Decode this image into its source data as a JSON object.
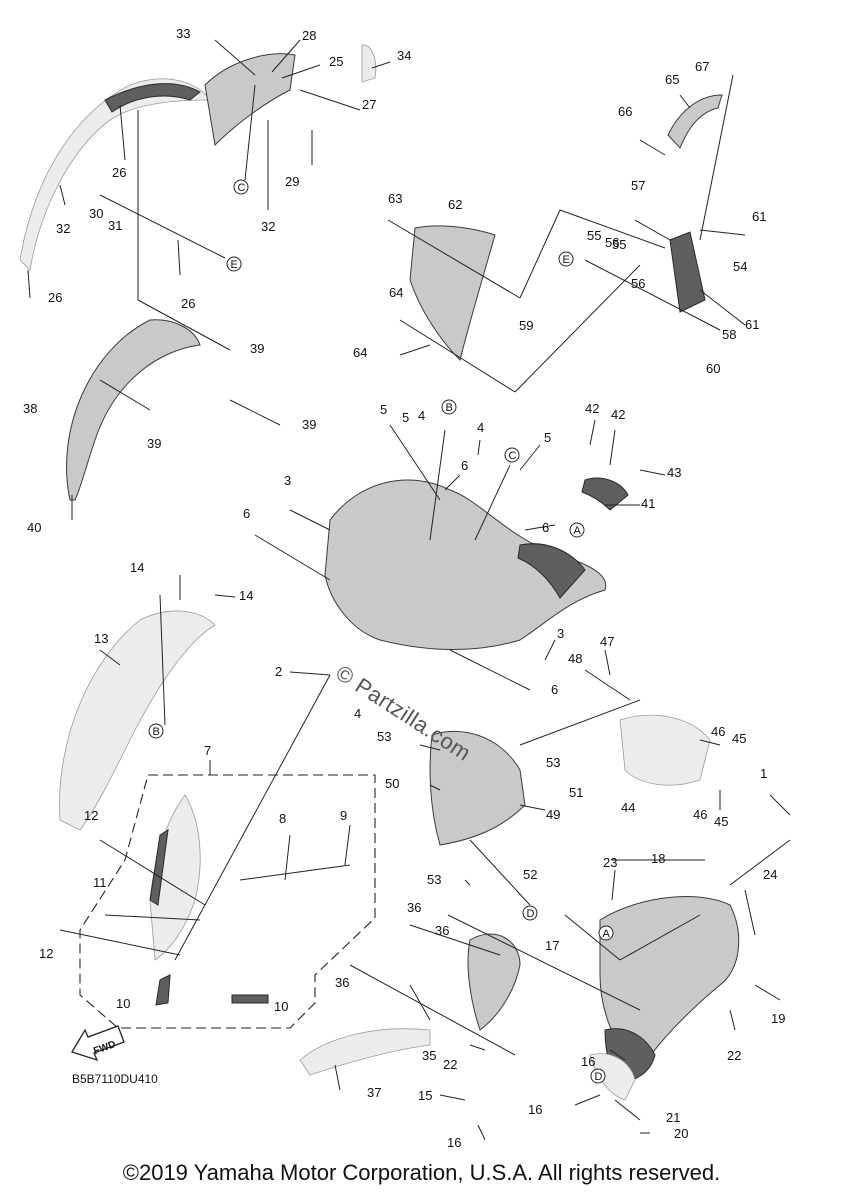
{
  "copyright": "©2019 Yamaha Motor Corporation, U.S.A. All rights reserved.",
  "diagram_code": "B5B7110DU410",
  "watermark": "© Partzilla.com",
  "front_indicator": "FWD",
  "callouts": [
    "A",
    "B",
    "C",
    "D",
    "E"
  ],
  "part_numbers": [
    "1",
    "2",
    "3",
    "4",
    "5",
    "6",
    "7",
    "8",
    "9",
    "10",
    "11",
    "12",
    "13",
    "14",
    "15",
    "16",
    "17",
    "18",
    "19",
    "20",
    "21",
    "22",
    "23",
    "24",
    "25",
    "26",
    "27",
    "28",
    "29",
    "30",
    "31",
    "32",
    "33",
    "34",
    "35",
    "36",
    "37",
    "38",
    "39",
    "40",
    "41",
    "42",
    "43",
    "44",
    "45",
    "46",
    "47",
    "48",
    "49",
    "50",
    "51",
    "52",
    "53",
    "54",
    "55",
    "56",
    "57",
    "58",
    "59",
    "60",
    "61",
    "62",
    "63",
    "64",
    "65",
    "66",
    "67"
  ]
}
